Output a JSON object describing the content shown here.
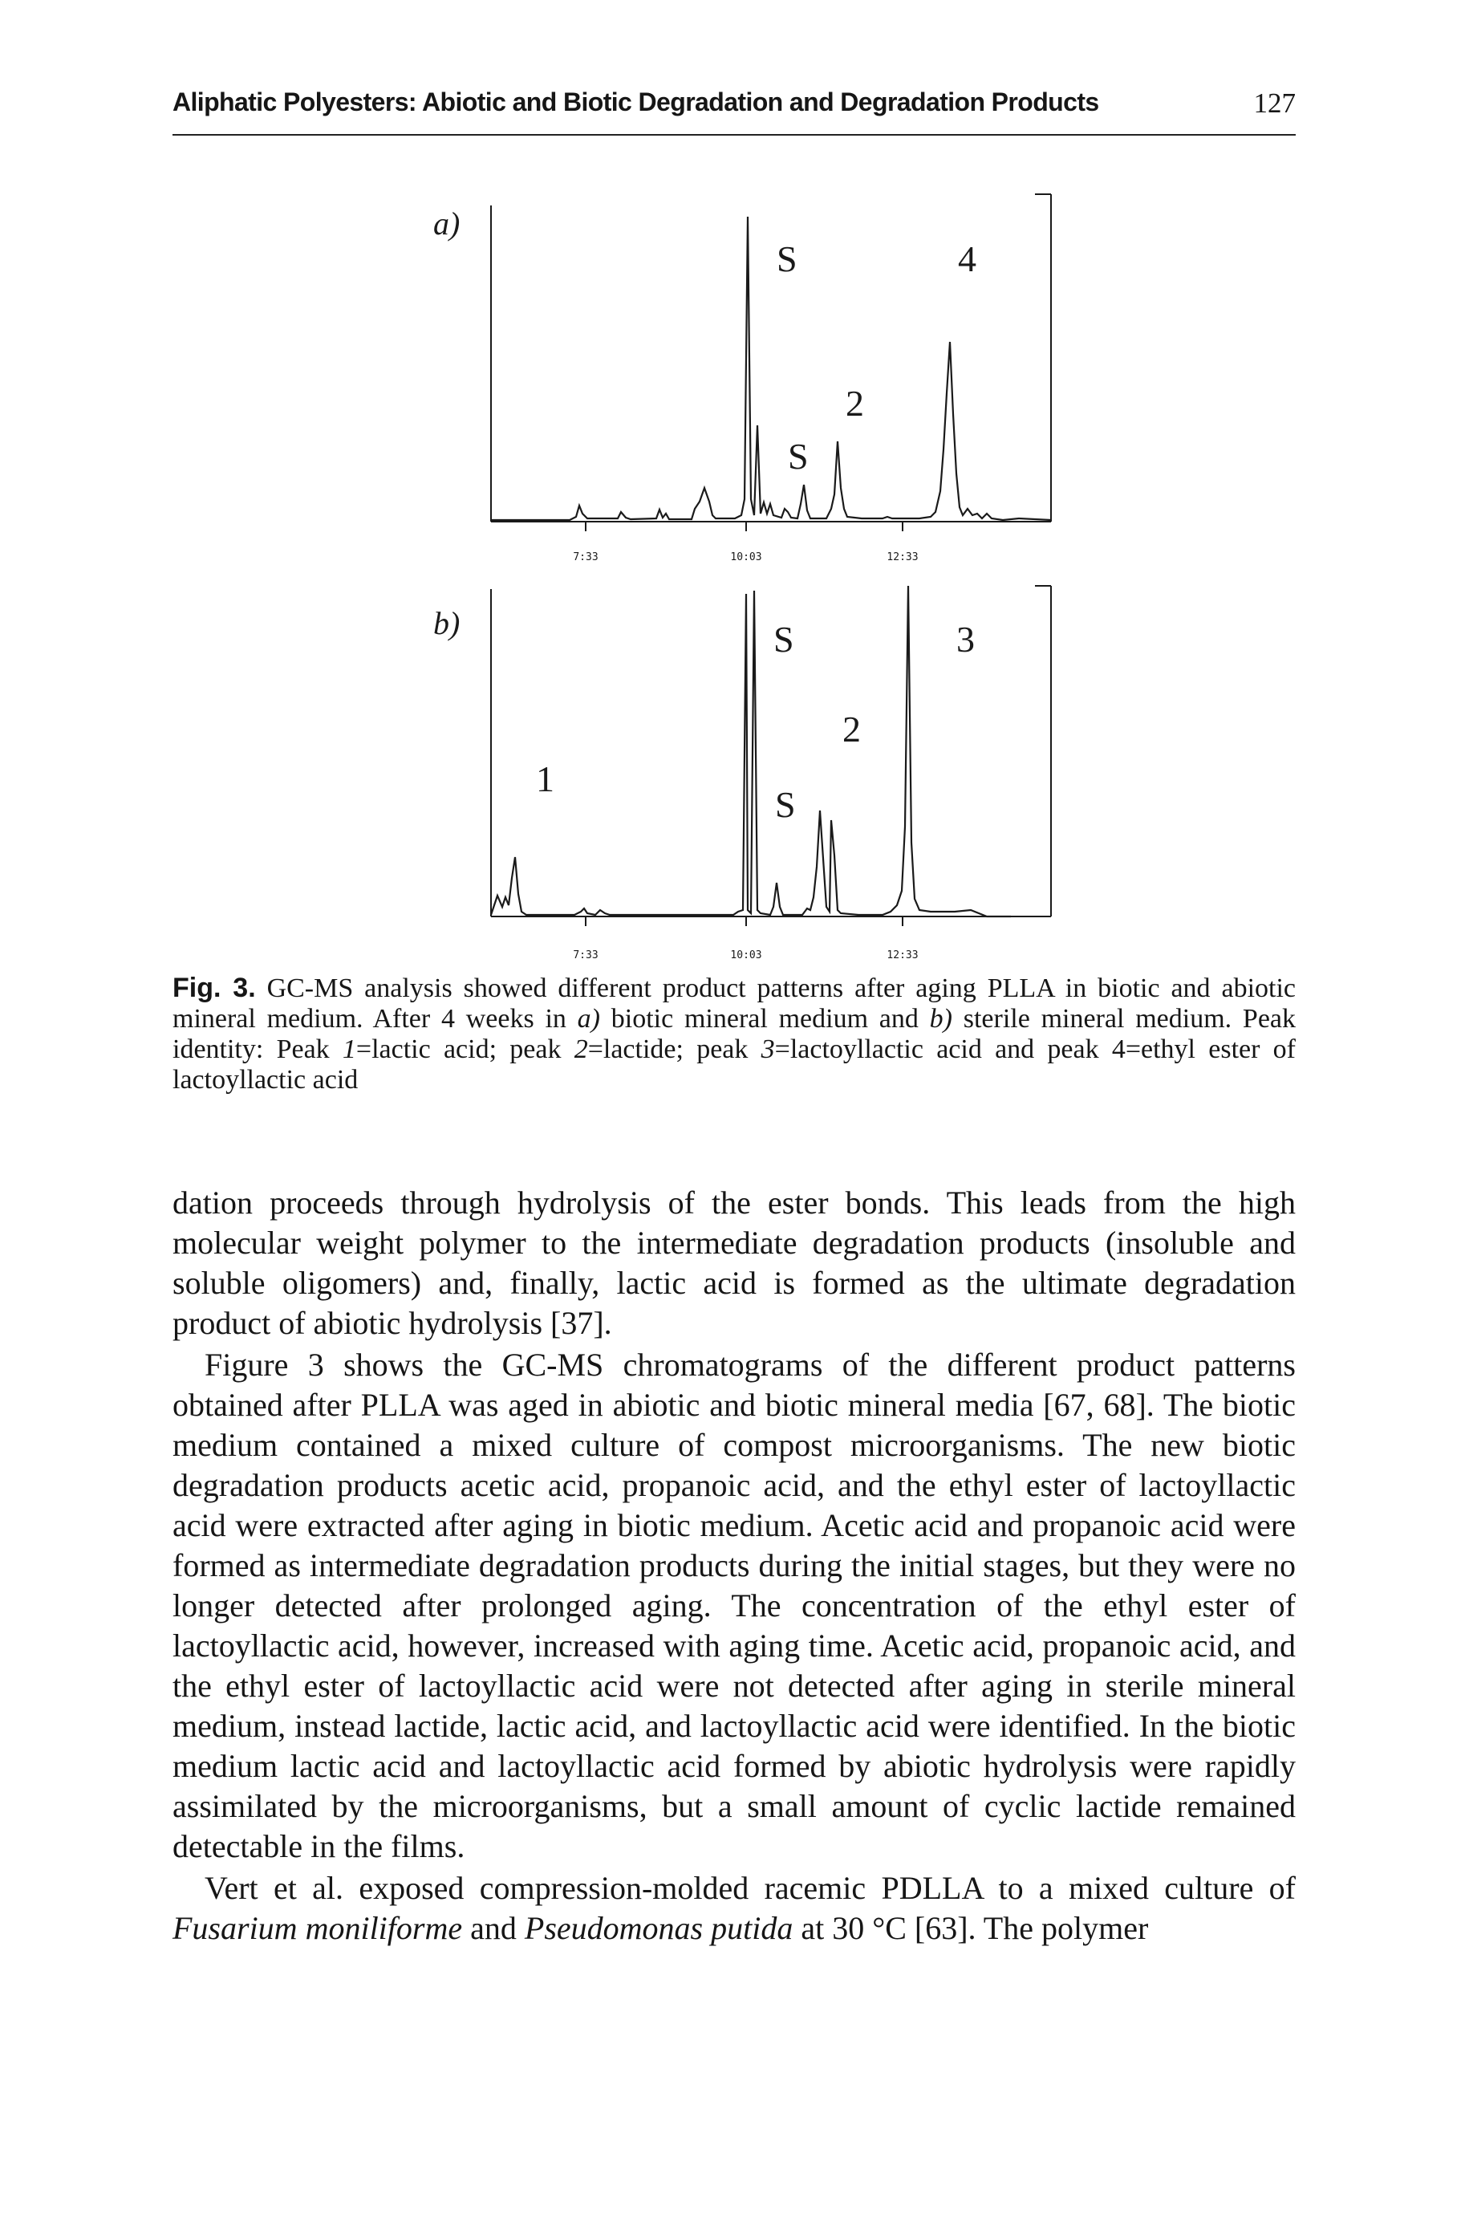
{
  "header": {
    "running_title": "Aliphatic Polyesters: Abiotic and Biotic Degradation and Degradation Products",
    "page_number": "127"
  },
  "figure": {
    "panel_a": {
      "label": "a)",
      "peak_labels": [
        "S",
        "4",
        "2",
        "S"
      ],
      "tick_labels": [
        "7:33",
        "10:03",
        "12:33"
      ]
    },
    "panel_b": {
      "label": "b)",
      "peak_labels": [
        "S",
        "3",
        "2",
        "1",
        "S"
      ],
      "tick_labels": [
        "7:33",
        "10:03",
        "12:33"
      ]
    },
    "line_color": "#1a1a1a"
  },
  "caption": {
    "label": "Fig. 3.",
    "text_1": " GC-MS analysis showed different product patterns after aging PLLA in biotic and abiotic mineral medium. After 4 weeks in ",
    "a_label": "a)",
    "text_2": " biotic mineral medium and ",
    "b_label": "b)",
    "text_3": " sterile mineral medium. Peak identity: Peak ",
    "n1": "1",
    "text_4": "=lactic acid; peak ",
    "n2": "2",
    "text_5": "=lactide; peak ",
    "n3": "3",
    "text_6": "=lactoyllactic acid and peak 4=ethyl ester of lactoyllactic acid"
  },
  "body": {
    "p1": "dation proceeds through hydrolysis of the ester bonds. This leads from the high molecular weight polymer to the intermediate degradation products (insoluble and soluble oligomers) and, finally, lactic acid is formed as the ultimate degradation product of abiotic hydrolysis [37].",
    "p2": "Figure 3 shows the GC-MS chromatograms of the different product patterns obtained after PLLA was aged in abiotic and biotic mineral media [67, 68]. The biotic medium contained a mixed culture of compost microorganisms. The new biotic degradation products acetic acid, propanoic acid, and the ethyl ester of lactoyllactic acid were extracted after aging in biotic medium. Acetic acid and propanoic acid were formed as intermediate degradation products during the initial stages, but they were no longer detected after prolonged aging. The concentration of the ethyl ester of lactoyllactic acid, however, increased with aging time. Acetic acid, propanoic acid, and the ethyl ester of lactoyllactic acid were not detected after aging in sterile mineral medium, instead lactide, lactic acid, and lactoyllactic acid were identified. In the biotic medium lactic acid and lactoyllactic acid formed by abiotic hydrolysis were rapidly assimilated by the microorganisms, but a small amount of cyclic lactide remained detectable in the films.",
    "p3_a": "Vert et al. exposed compression-molded racemic PDLLA to a mixed culture of ",
    "p3_species1": "Fusarium moniliforme",
    "p3_b": " and ",
    "p3_species2": "Pseudomonas putida",
    "p3_c": " at 30 °C [63]. The polymer"
  }
}
